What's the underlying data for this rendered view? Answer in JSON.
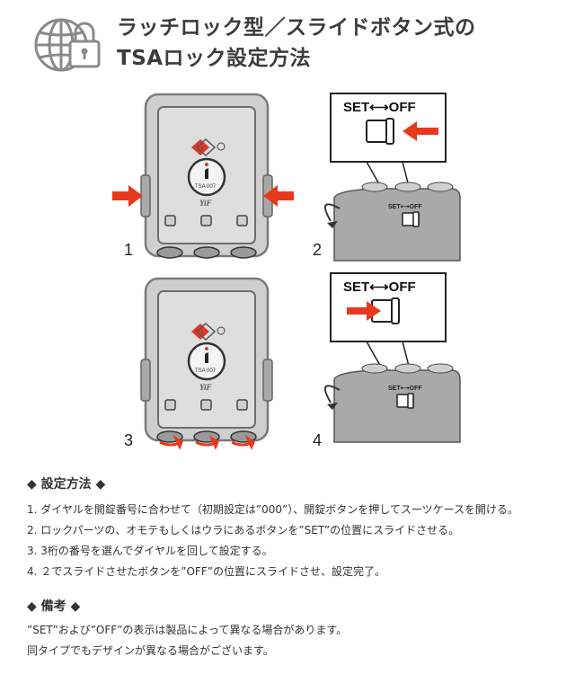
{
  "header": {
    "title_line1": "ラッチロック型／スライドボタン式の",
    "title_line2": "TSAロック設定方法",
    "icon": "globe-lock-icon"
  },
  "figures": {
    "step_numbers": [
      "1",
      "2",
      "3",
      "4"
    ],
    "switch_label": "SET⟷OFF",
    "small_switch_label": "SET⟷OFF",
    "lock_brand": "YiF",
    "lock_mark": "TSA 007",
    "colors": {
      "arrow": "#e8391f",
      "body": "#d4d4d4",
      "frame": "#7a7a7a"
    }
  },
  "settings": {
    "title": "◆ 設定方法 ◆",
    "steps": [
      "1. ダイヤルを開錠番号に合わせて（初期設定は”000”）、開錠ボタンを押してスーツケースを開ける。",
      "2. ロックパーツの、オモテもしくはウラにあるボタンを”SET”の位置にスライドさせる。",
      "3. 3桁の番号を選んでダイヤルを回して設定する。",
      "4. ２でスライドさせたボタンを”OFF”の位置にスライドさせ、設定完了。"
    ]
  },
  "notes": {
    "title": "◆ 備考 ◆",
    "lines": [
      "”SET”および”OFF”の表示は製品によって異なる場合があります。",
      "同タイプでもデザインが異なる場合がございます。"
    ]
  }
}
